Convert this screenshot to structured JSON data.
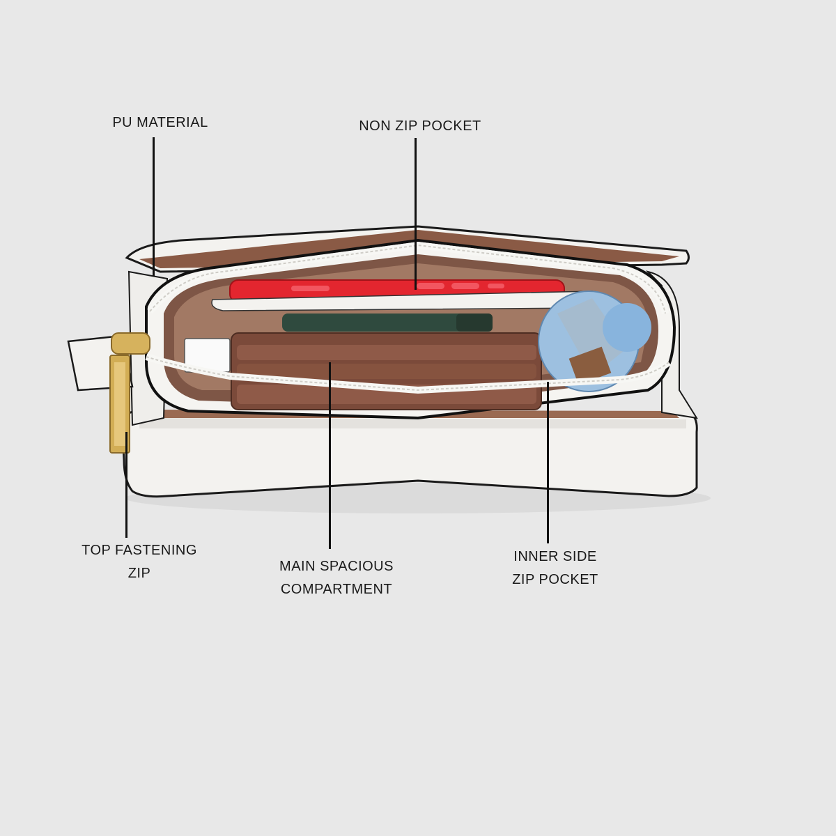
{
  "callouts": {
    "pu_material": "PU MATERIAL",
    "non_zip_pocket": "NON ZIP POCKET",
    "top_fastening_zip_line1": "TOP FASTENING",
    "top_fastening_zip_line2": "ZIP",
    "main_compartment_line1": "MAIN SPACIOUS",
    "main_compartment_line2": "COMPARTMENT",
    "inner_side_zip_line1": "INNER SIDE",
    "inner_side_zip_line2": "ZIP POCKET"
  },
  "colors": {
    "background": "#e8e8e8",
    "bag_white": "#f2f1ee",
    "lining_brown": "#8a5a45",
    "phone_red": "#e3262f",
    "gold_hardware": "#c8a24a"
  }
}
